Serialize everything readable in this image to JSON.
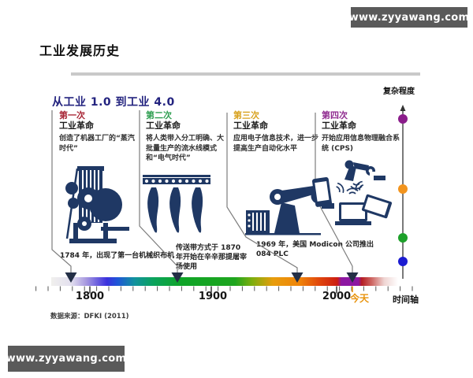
{
  "watermark_top": "www.zyyawang.com",
  "watermark_bottom": "www.zyyawang.com",
  "header": {
    "title": "工业发展历史",
    "accent_color": "#c0281e"
  },
  "diagram": {
    "subtitle": "从工业 1.0 到工业 4.0",
    "complexity_axis_label": "复杂程度",
    "time_axis_label": "时间轴",
    "source": "数据来源：DFKI (2011)",
    "illustration_color": "#1f3864"
  },
  "eras": [
    {
      "ordinal": "第一次",
      "title": "工业革命",
      "description": "创造了机器工厂的“蒸汽时代”",
      "color": "#a82535",
      "dot_color": "#1b1bd1",
      "icon": "loom-machine",
      "event": "1784 年，出现了第一台机械织布机"
    },
    {
      "ordinal": "第二次",
      "title": "工业革命",
      "description": "将人类带入分工明确、大批量生产的流水线模式和“电气时代”",
      "color": "#2e9e50",
      "dot_color": "#1da02a",
      "icon": "conveyor-carcasses",
      "event": "传送带方式于 1870 年开始在辛辛那提屠宰场使用"
    },
    {
      "ordinal": "第三次",
      "title": "工业革命",
      "description": "应用电子信息技术，进一步提高生产自动化水平",
      "color": "#d8a11c",
      "dot_color": "#f2941e",
      "icon": "robot-arm",
      "event": "1969 年，美国 Modicon 公司推出 084 PLC"
    },
    {
      "ordinal": "第四次",
      "title": "工业革命",
      "description": "开始应用信息物理融合系统 (CPS)",
      "color": "#8f2a8f",
      "dot_color": "#8b1d8b",
      "icon": "connected-devices"
    }
  ],
  "timeline": {
    "year_labels": [
      "1800",
      "1900",
      "2000"
    ],
    "today_label": "今天",
    "today_color": "#e8930c"
  }
}
